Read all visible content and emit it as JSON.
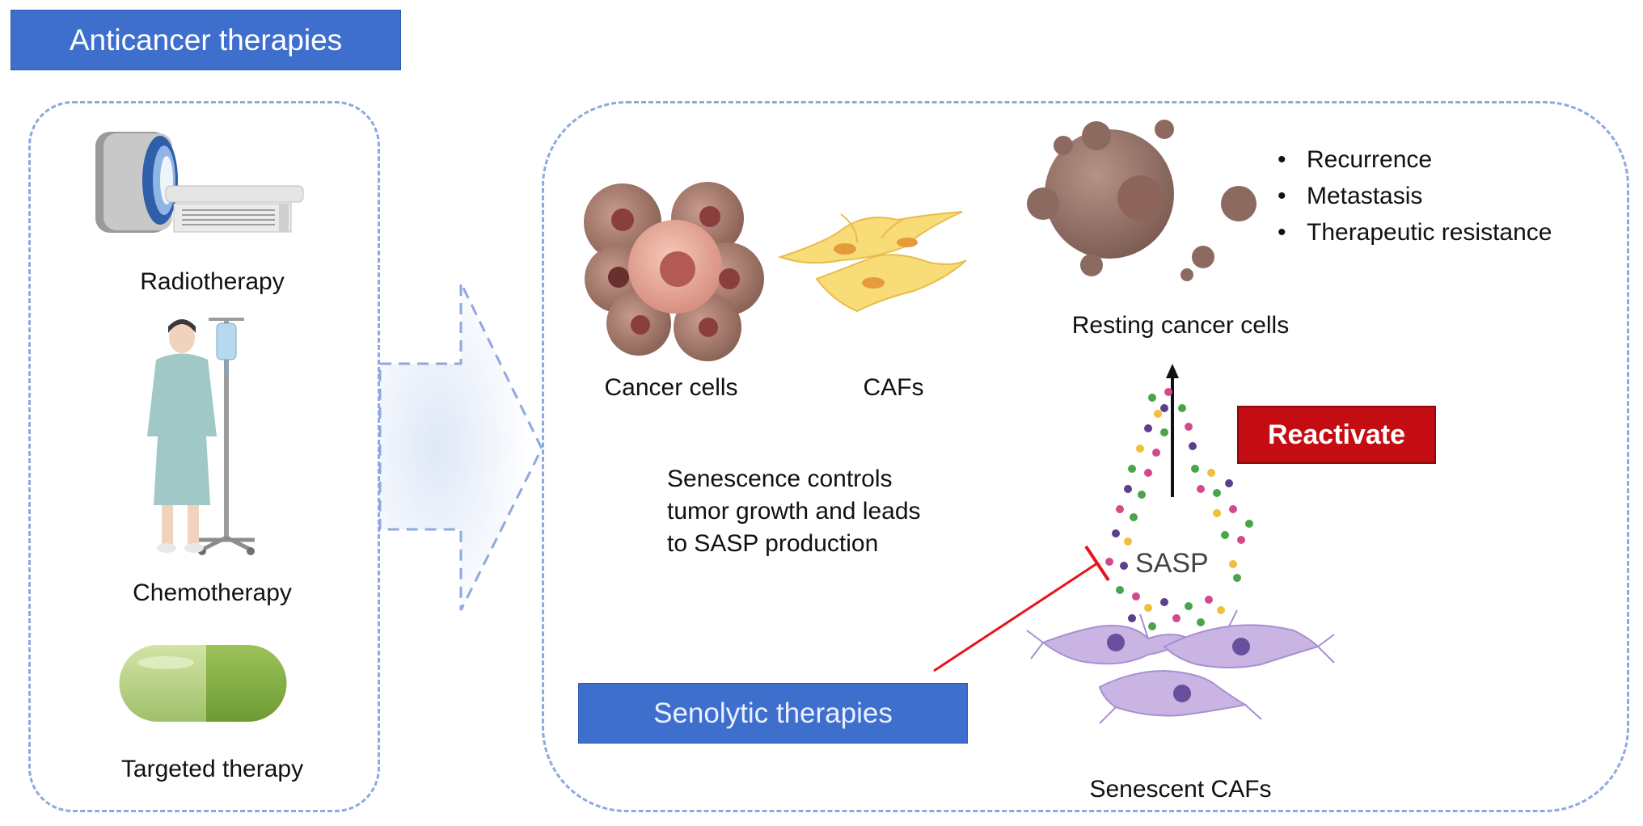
{
  "header": {
    "title": "Anticancer therapies"
  },
  "therapies": {
    "radiotherapy": "Radiotherapy",
    "chemotherapy": "Chemotherapy",
    "targeted": "Targeted therapy"
  },
  "cells": {
    "cancer_cells": "Cancer cells",
    "cafs": "CAFs",
    "resting": "Resting cancer cells",
    "senescent": "Senescent CAFs"
  },
  "outcomes": [
    "Recurrence",
    "Metastasis",
    "Therapeutic resistance"
  ],
  "description": [
    "Senescence controls",
    "tumor growth and leads",
    "to SASP production"
  ],
  "reactivate_label": "Reactivate",
  "sasp_label": "SASP",
  "senolytic_label": "Senolytic therapies",
  "colors": {
    "header_blue": "#3f6fcd",
    "reactivate_red": "#c40d12",
    "inhibit_red": "#e8141c",
    "dashed_border": "#8ea9df"
  },
  "icons": [
    "mri-scanner-icon",
    "patient-iv-icon",
    "pill-capsule-icon",
    "cancer-cell-cluster-icon",
    "fibroblast-icon",
    "resting-cancer-cell-icon",
    "senescent-caf-icon",
    "sasp-particles-icon"
  ]
}
